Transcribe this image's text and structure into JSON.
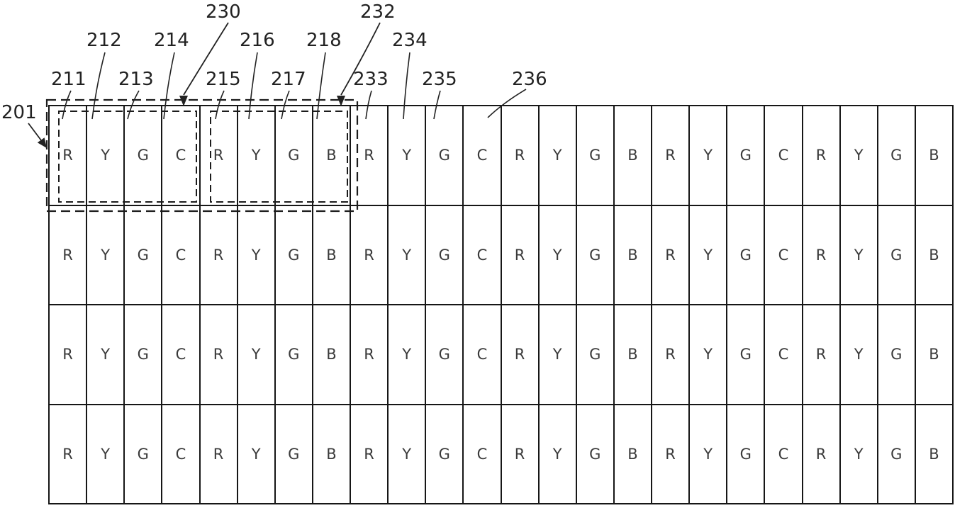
{
  "ref_labels": {
    "l201": "201",
    "l211": "211",
    "l212": "212",
    "l213": "213",
    "l214": "214",
    "l215": "215",
    "l216": "216",
    "l217": "217",
    "l218": "218",
    "l230": "230",
    "l232": "232",
    "l233": "233",
    "l234": "234",
    "l235": "235",
    "l236": "236"
  },
  "grid": {
    "columns": 24,
    "row_count": 4,
    "pattern": [
      "R",
      "Y",
      "G",
      "C",
      "R",
      "Y",
      "G",
      "B"
    ],
    "rows": [
      [
        "R",
        "Y",
        "G",
        "C",
        "R",
        "Y",
        "G",
        "B",
        "R",
        "Y",
        "G",
        "C",
        "R",
        "Y",
        "G",
        "B",
        "R",
        "Y",
        "G",
        "C",
        "R",
        "Y",
        "G",
        "B"
      ],
      [
        "R",
        "Y",
        "G",
        "C",
        "R",
        "Y",
        "G",
        "B",
        "R",
        "Y",
        "G",
        "C",
        "R",
        "Y",
        "G",
        "B",
        "R",
        "Y",
        "G",
        "C",
        "R",
        "Y",
        "G",
        "B"
      ],
      [
        "R",
        "Y",
        "G",
        "C",
        "R",
        "Y",
        "G",
        "B",
        "R",
        "Y",
        "G",
        "C",
        "R",
        "Y",
        "G",
        "B",
        "R",
        "Y",
        "G",
        "C",
        "R",
        "Y",
        "G",
        "B"
      ],
      [
        "R",
        "Y",
        "G",
        "C",
        "R",
        "Y",
        "G",
        "B",
        "R",
        "Y",
        "G",
        "C",
        "R",
        "Y",
        "G",
        "B",
        "R",
        "Y",
        "G",
        "C",
        "R",
        "Y",
        "G",
        "B"
      ]
    ]
  }
}
